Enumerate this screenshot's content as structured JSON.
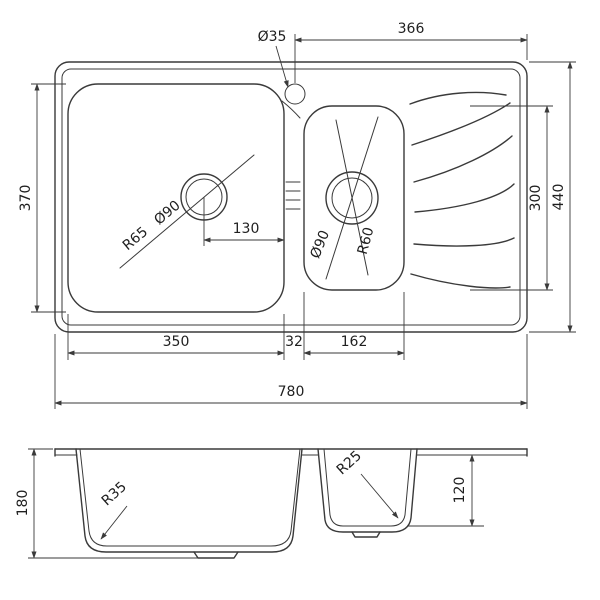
{
  "style": {
    "line_color": "#3a3a3a",
    "background": "#ffffff"
  },
  "dims": {
    "w366": "366",
    "dia35": "Ø35",
    "h370": "370",
    "h440": "440",
    "h300": "300",
    "off130": "130",
    "r65": "R65",
    "dia90_main": "Ø90",
    "dia90_small": "Ø90",
    "r60": "R60",
    "w350": "350",
    "w32": "32",
    "w162": "162",
    "w780": "780",
    "r35": "R35",
    "r25": "R25",
    "h180": "180",
    "h120": "120"
  }
}
